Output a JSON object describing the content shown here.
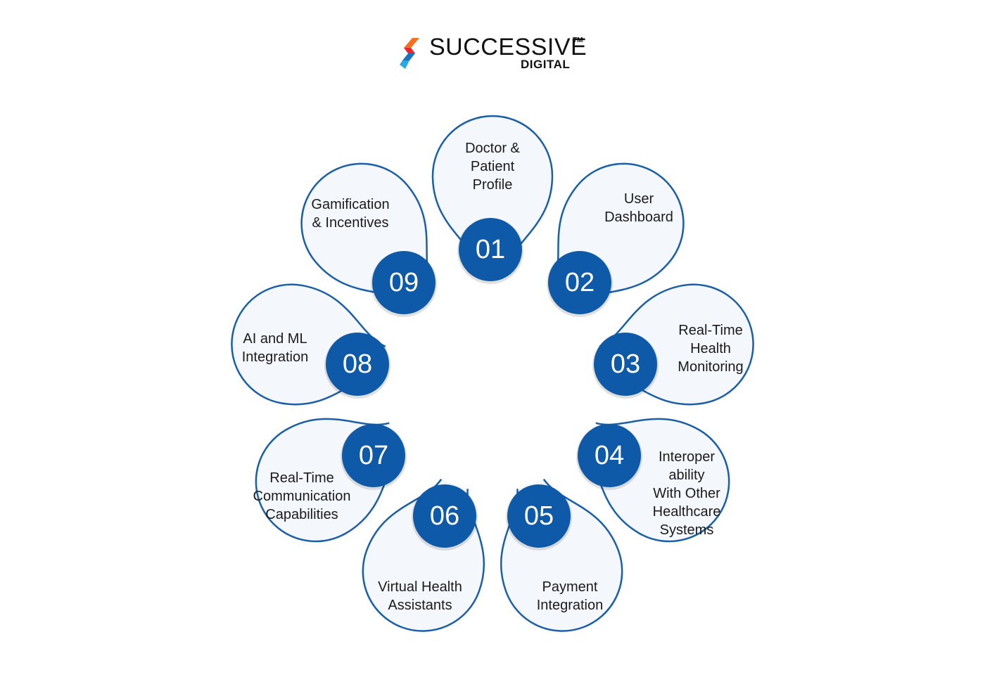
{
  "brand": {
    "name": "SUCCESSIVE",
    "trademark": "TM",
    "sub": "DIGITAL",
    "logo_icon": "successive-logo-mark",
    "colors": {
      "orange": "#f36f21",
      "red": "#e8262b",
      "blue": "#1b75bc",
      "lightblue": "#2aa9e0"
    }
  },
  "colors": {
    "petal_fill": "#f4f8fc",
    "petal_stroke": "#1b5fa8",
    "circle_fill": "#0f5aa8"
  },
  "items": [
    {
      "number": "01",
      "lines": [
        "Doctor &",
        "Patient",
        "Profile"
      ]
    },
    {
      "number": "02",
      "lines": [
        "User",
        "Dashboard"
      ]
    },
    {
      "number": "03",
      "lines": [
        "Real-Time",
        "Health",
        "Monitoring"
      ]
    },
    {
      "number": "04",
      "lines": [
        "Interoper",
        "ability",
        "With Other",
        "Healthcare",
        "Systems"
      ]
    },
    {
      "number": "05",
      "lines": [
        "Payment",
        "Integration"
      ]
    },
    {
      "number": "06",
      "lines": [
        "Virtual Health",
        "Assistants"
      ]
    },
    {
      "number": "07",
      "lines": [
        "Real-Time",
        "Communication",
        "Capabilities"
      ]
    },
    {
      "number": "08",
      "lines": [
        "AI and ML",
        "Integration"
      ]
    },
    {
      "number": "09",
      "lines": [
        "Gamification",
        "& Incentives"
      ]
    }
  ]
}
